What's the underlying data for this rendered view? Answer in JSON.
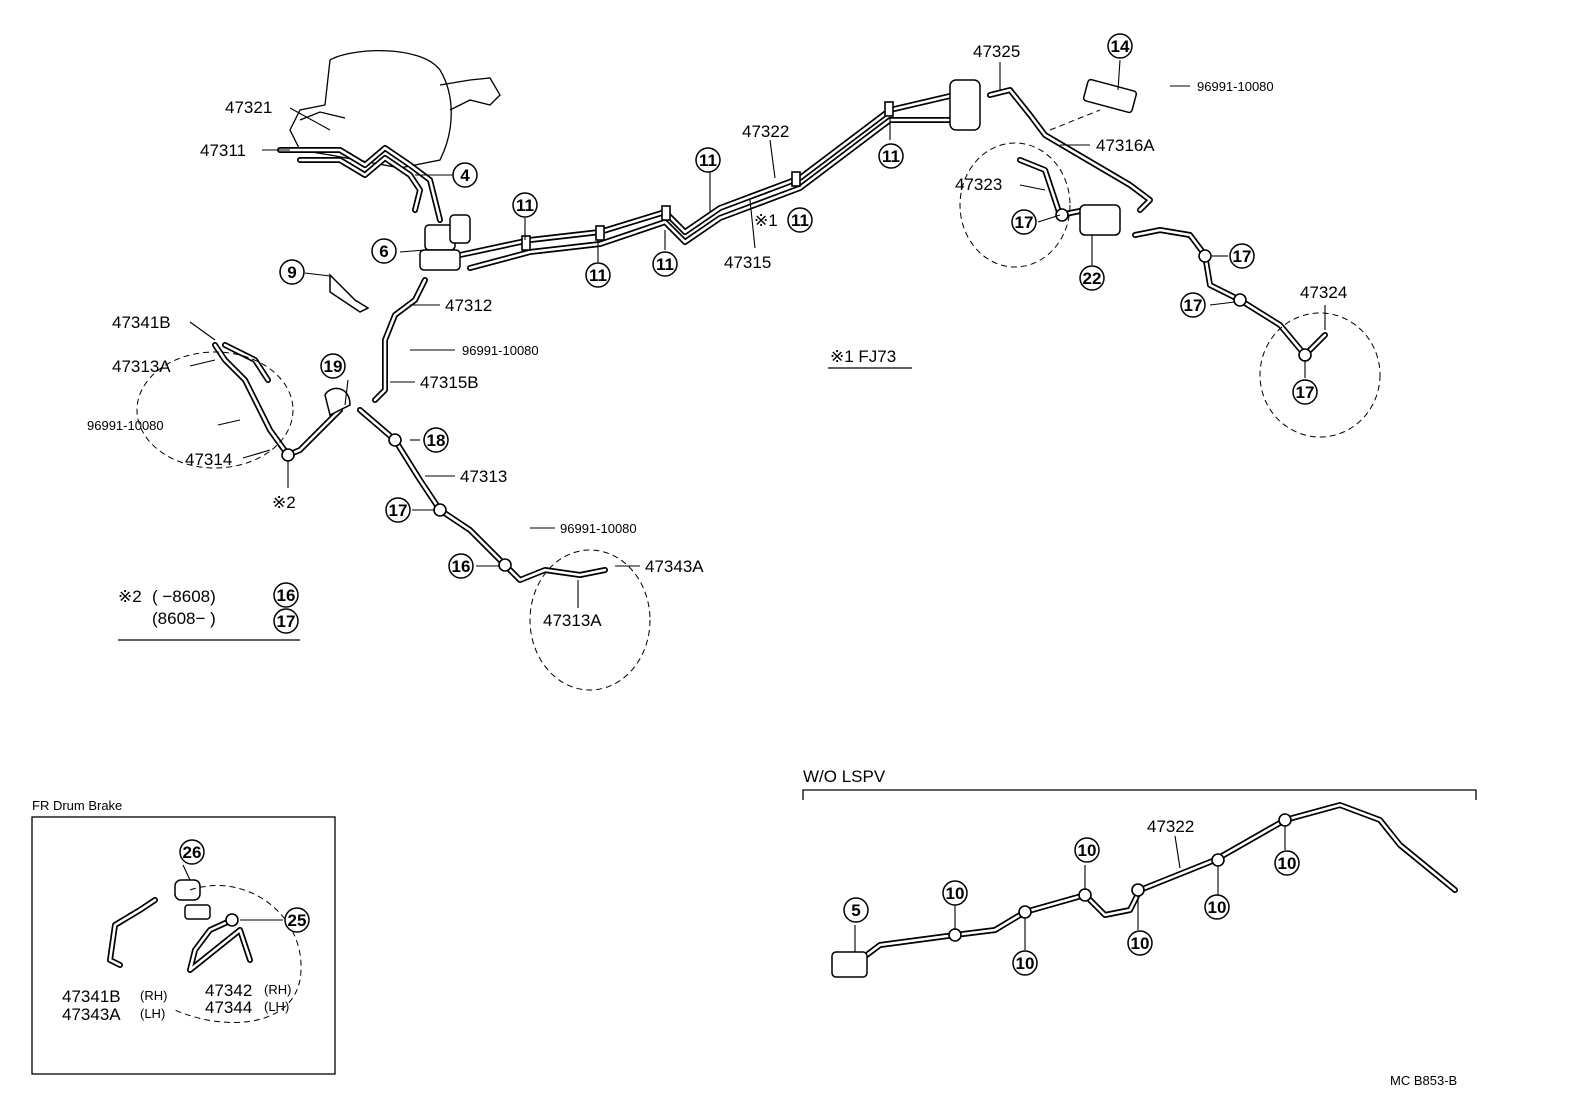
{
  "labels": {
    "p47321": "47321",
    "p47311": "47311",
    "p47322": "47322",
    "p47325": "47325",
    "p96991_top": "96991-10080",
    "p47316A": "47316A",
    "p47323": "47323",
    "p47315": "47315",
    "p47312": "47312",
    "p47341B": "47341B",
    "p47313A_left": "47313A",
    "p96991_left1": "96991-10080",
    "p47315B": "47315B",
    "p96991_left2": "96991-10080",
    "p47314": "47314",
    "p47313": "47313",
    "p96991_mid": "96991-10080",
    "p47343A": "47343A",
    "p47313A_bottom": "47313A",
    "p47324": "47324",
    "p47322_lower": "47322",
    "drum_47341B": "47341B",
    "drum_47343A": "47343A",
    "drum_47342": "47342",
    "drum_47344": "47344",
    "rh1": "(RH)",
    "lh1": "(LH)",
    "rh2": "(RH)",
    "lh2": "(LH)"
  },
  "callouts": {
    "c4": "4",
    "c6": "6",
    "c9": "9",
    "c11": "11",
    "c14": "14",
    "c16": "16",
    "c17": "17",
    "c18": "18",
    "c19": "19",
    "c22": "22",
    "c25": "25",
    "c26": "26",
    "c5": "5",
    "c10": "10"
  },
  "notes": {
    "star1_mark": "※1",
    "star1_text": "※1 FJ73",
    "star2_mark": "※2",
    "star2_prefix": "※2",
    "star2_line1": "(     −8608)",
    "star2_line2": "(8608−      )",
    "star2_num1": "16",
    "star2_num2": "17"
  },
  "sections": {
    "fr_drum": "FR Drum Brake",
    "wo_lspv": "W/O LSPV"
  },
  "footer": {
    "code": "MC  B853-B"
  }
}
